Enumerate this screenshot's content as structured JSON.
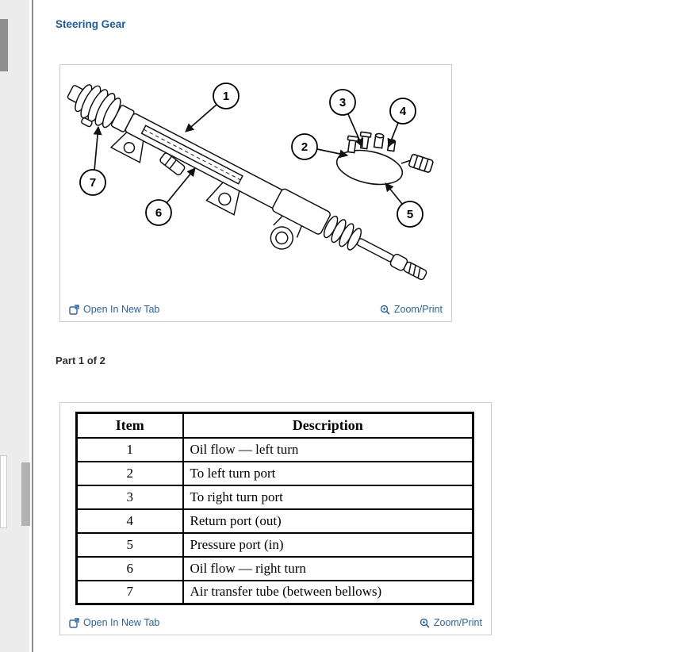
{
  "page": {
    "title": "Steering Gear",
    "part_label": "Part 1 of 2"
  },
  "links": {
    "open_in_new_tab": "Open In New Tab",
    "zoom_print": "Zoom/Print"
  },
  "figure": {
    "callouts": [
      "1",
      "2",
      "3",
      "4",
      "5",
      "6",
      "7"
    ]
  },
  "parts_table": {
    "headers": [
      "Item",
      "Description"
    ],
    "rows": [
      [
        "1",
        "Oil flow — left turn"
      ],
      [
        "2",
        "To left turn port"
      ],
      [
        "3",
        "To right turn port"
      ],
      [
        "4",
        "Return port (out)"
      ],
      [
        "5",
        "Pressure port (in)"
      ],
      [
        "6",
        "Oil flow — right turn"
      ],
      [
        "7",
        "Air transfer tube (between bellows)"
      ]
    ]
  },
  "colors": {
    "link_blue": "#2a63ae",
    "title_blue": "#1a5ca5"
  }
}
